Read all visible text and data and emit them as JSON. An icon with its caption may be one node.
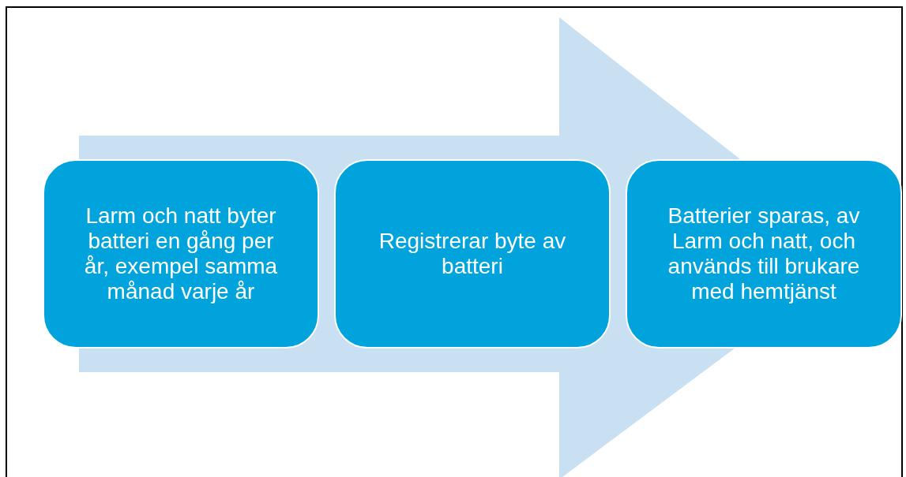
{
  "diagram": {
    "nodes": [
      {
        "text": [
          "Larm och natt byter batteri en gång per år, exempel samma månad varje år"
        ]
      },
      {
        "text": [
          "Registrerar byte av batteri"
        ]
      },
      {
        "text": [
          "Batterier sparas, av Larm och natt,  och används till brukare med hemtjänst"
        ]
      }
    ],
    "edges": [
      {
        "from": 0,
        "to": 2,
        "arrow": "to"
      }
    ]
  }
}
